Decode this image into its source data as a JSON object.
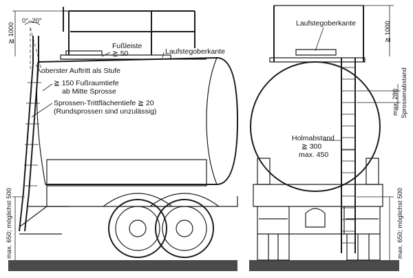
{
  "side_view": {
    "angle_label": "0°–20°",
    "height_1000": "≧ 1000",
    "fussleiste_1": "Fußleiste",
    "fussleiste_2": "≧ 50",
    "laufsteg_label": "Laufstegoberkante",
    "auftritt_label": "oberster Auftritt als Stufe",
    "fussraum_1": "≧ 150 Fußraumtiefe",
    "fussraum_2": "ab Mitte Sprosse",
    "sprossen_1": "Sprossen-Trittflächentiefe ≧ 20",
    "sprossen_2": "(Rundsprossen sind unzulässig)",
    "bottom_height": "max. 650; möglichst 500"
  },
  "front_view": {
    "laufsteg_label": "Laufstegoberkante",
    "height_1000": "≧ 1000",
    "sprossen_1": "max. 280",
    "sprossen_2": "Sprossenabstand",
    "holm_1": "Holmabstand",
    "holm_2": "≧ 300",
    "holm_3": "max. 450",
    "bottom_height": "max. 650; möglichst 500"
  }
}
